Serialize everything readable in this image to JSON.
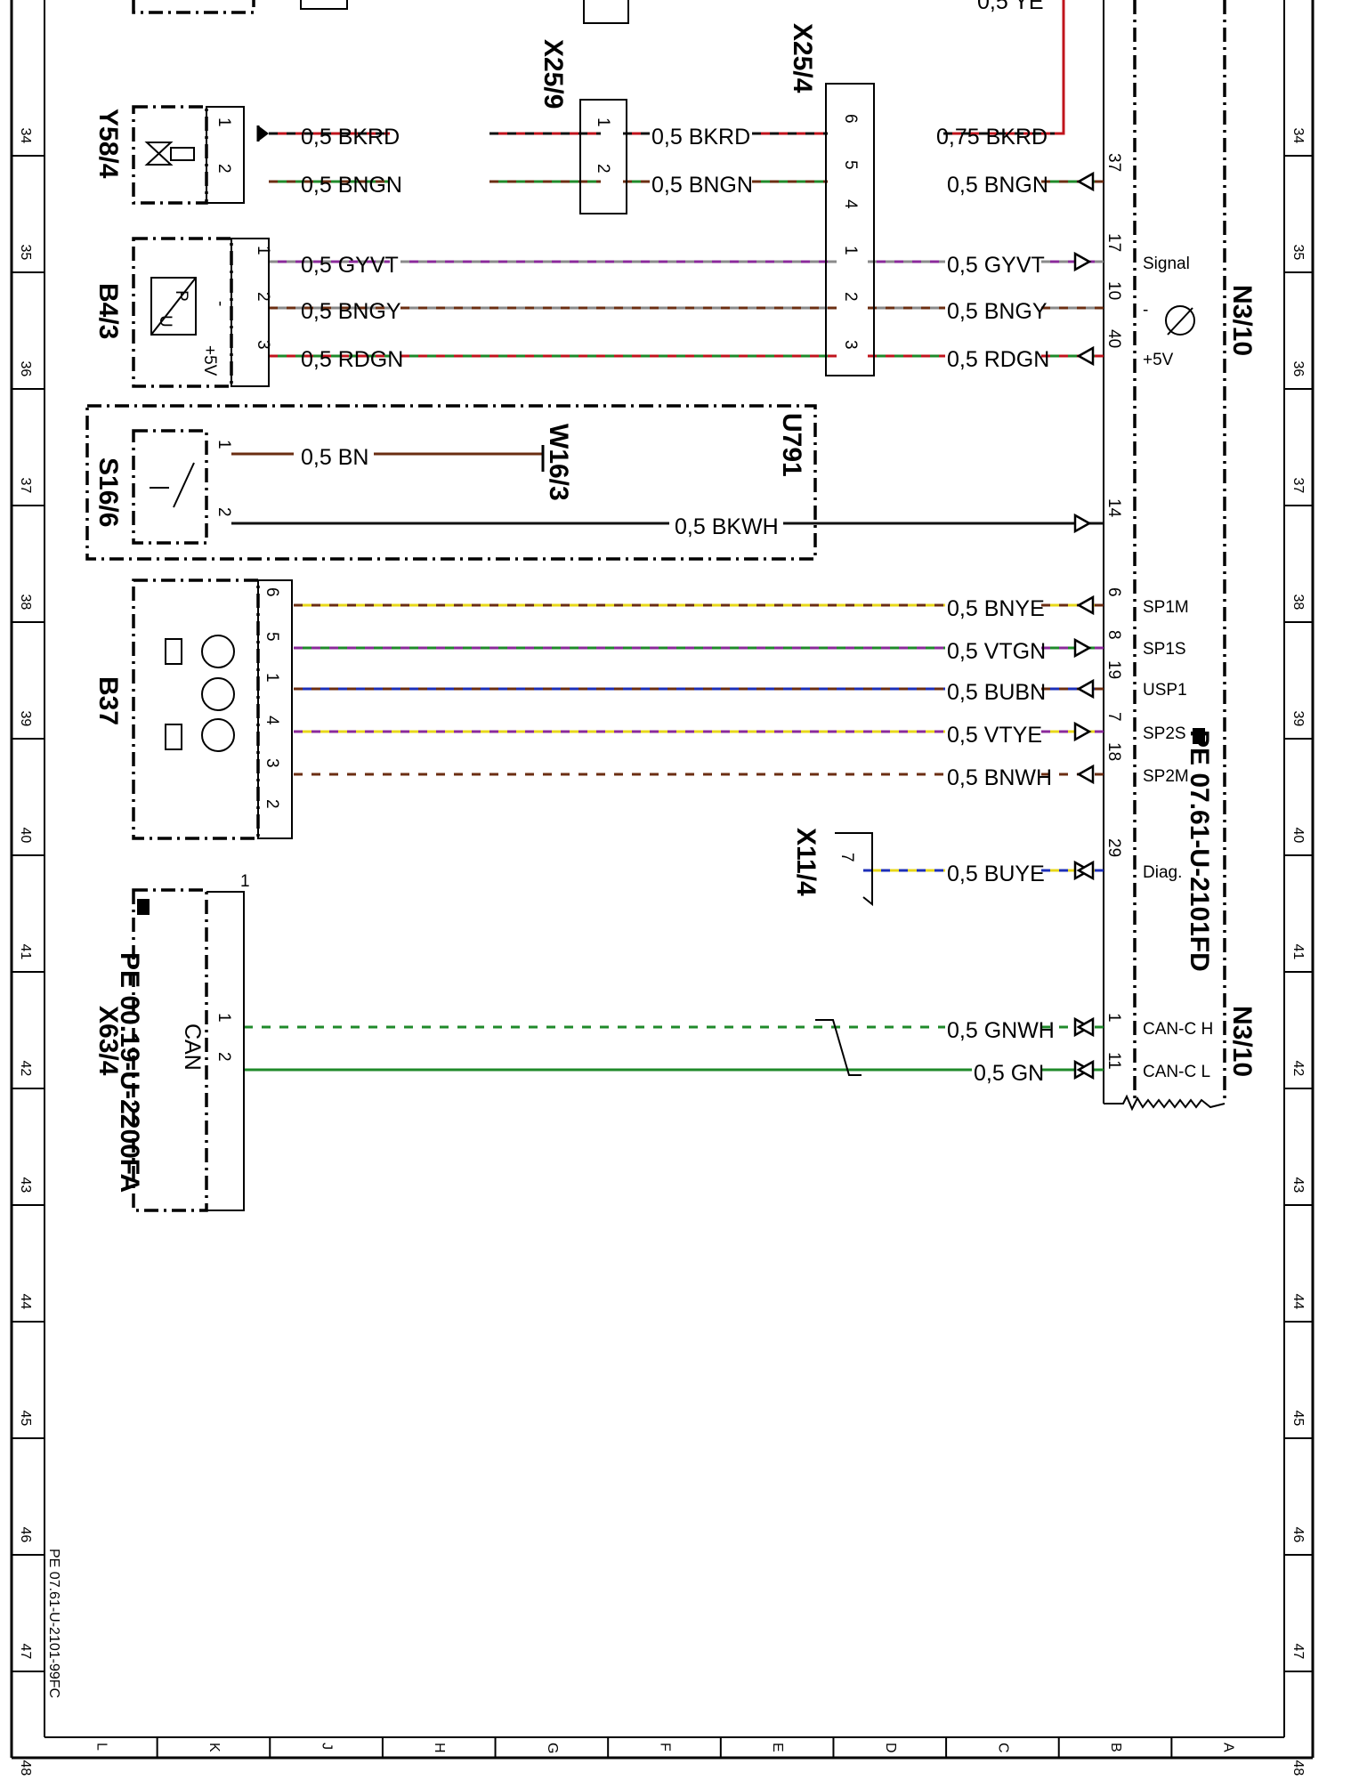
{
  "diagram": {
    "row_numbers": [
      "34",
      "35",
      "36",
      "37",
      "38",
      "39",
      "40",
      "41",
      "42",
      "43",
      "44",
      "45",
      "46",
      "47",
      "48"
    ],
    "column_letters": [
      "L",
      "K",
      "J",
      "H",
      "G",
      "F",
      "E",
      "D",
      "C",
      "B",
      "A"
    ],
    "footer_ref": "PE 07.61-U-2101-99FC",
    "components": {
      "y58_4": "Y58/4",
      "b4_3": "B4/3",
      "s16_6": "S16/6",
      "b37": "B37",
      "x63_4": "X63/4",
      "x63_4_ref": "PE 00.19-U-2200FA",
      "x63_4_can": "CAN",
      "x25_9": "X25/9",
      "x25_4": "X25/4",
      "w16_3": "W16/3",
      "u791": "U791",
      "x11_4": "X11/4",
      "n3_10_top": "N3/10",
      "n3_10_bottom": "N3/10",
      "n3_10_ref": "PE 07.61-U-2101FD",
      "top_cut_label": "0,5 YE"
    },
    "wire_labels": {
      "bkrd_1": "0,5 BKRD",
      "bkrd_2": "0,5 BKRD",
      "bkrd_3": "0,75 BKRD",
      "bngn_1": "0,5 BNGN",
      "bngn_2": "0,5 BNGN",
      "bngn_3": "0,5 BNGN",
      "gyvt_1": "0,5 GYVT",
      "gyvt_2": "0,5 GYVT",
      "bngy_1": "0,5 BNGY",
      "bngy_2": "0,5 BNGY",
      "rdgn_1": "0,5 RDGN",
      "rdgn_2": "0,5 RDGN",
      "bn": "0,5 BN",
      "bkwh": "0,5 BKWH",
      "bnye": "0,5 BNYE",
      "vtgn": "0,5 VTGN",
      "bubn": "0,5 BUBN",
      "vtye": "0,5 VTYE",
      "bnwh": "0,5 BNWH",
      "buye": "0,5 BUYE",
      "gnwh": "0,5 GNWH",
      "gn": "0,5 GN"
    },
    "n3_pins": {
      "p37": "37",
      "p17": "17",
      "p10": "10",
      "p40": "40",
      "p14": "14",
      "p6": "6",
      "p8": "8",
      "p19": "19",
      "p7": "7",
      "p18": "18",
      "p29": "29",
      "p1": "1",
      "p11": "11"
    },
    "n3_signals": {
      "signal": "Signal",
      "minus": "-",
      "plus5v": "+5V",
      "sp1m": "SP1M",
      "sp1s": "SP1S",
      "usp1": "USP1",
      "sp2s": "SP2S",
      "sp2m": "SP2M",
      "diag": "Diag.",
      "canh": "CAN-C H",
      "canl": "CAN-C L"
    },
    "small_pins": {
      "y58_1": "1",
      "y58_2": "2",
      "b43_1": "1",
      "b43_2": "2",
      "b43_3": "3",
      "b43_minus": "-",
      "b43_plus": "+5V",
      "s16_1": "1",
      "s16_2": "2",
      "b37_6": "6",
      "b37_5": "5",
      "b37_1": "1",
      "b37_4": "4",
      "b37_3": "3",
      "b37_2": "2",
      "x63_1": "1",
      "x63_2": "2",
      "x63_cable": "1",
      "x259_1": "1",
      "x259_2": "2",
      "x254_6": "6",
      "x254_5": "5",
      "x254_4": "4",
      "x254_1": "1",
      "x254_2": "2",
      "x254_3": "3",
      "x114_7": "7"
    },
    "b43_sensor_p": "P",
    "b43_sensor_u": "U",
    "wire_colors": {
      "black": "#111111",
      "red": "#c0141c",
      "brown": "#6b2e12",
      "green": "#1f8a2a",
      "gray": "#8a8a8a",
      "violet": "#8a2a9a",
      "yellow": "#e8d81a",
      "blue": "#1c2fb8",
      "white": "#ffffff"
    }
  }
}
